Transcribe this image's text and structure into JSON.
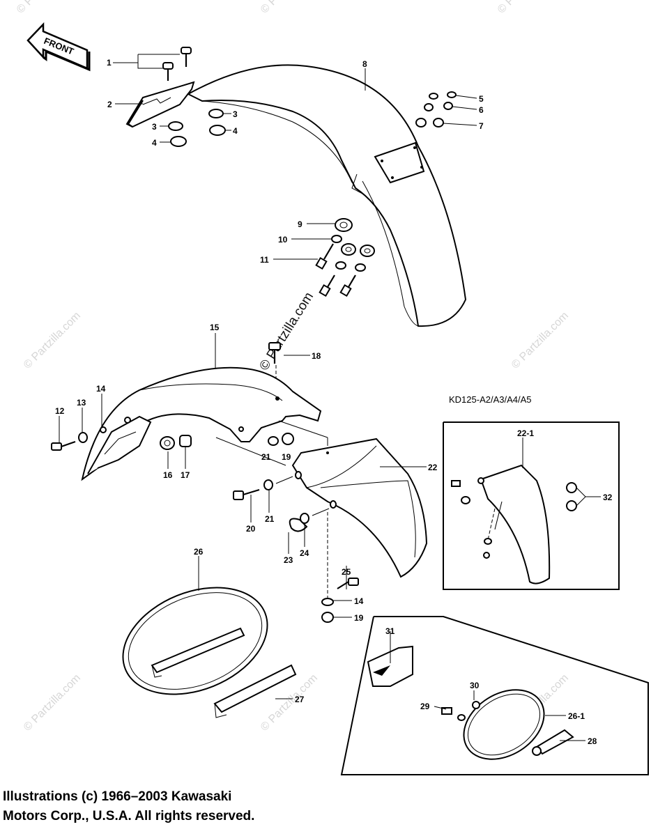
{
  "front_label": "FRONT",
  "callouts": [
    "1",
    "2",
    "3",
    "3",
    "4",
    "4",
    "5",
    "6",
    "7",
    "8",
    "9",
    "10",
    "11",
    "12",
    "13",
    "14",
    "14",
    "15",
    "16",
    "17",
    "18",
    "19",
    "19",
    "20",
    "21",
    "21",
    "22",
    "22-1",
    "23",
    "24",
    "25",
    "26",
    "26-1",
    "27",
    "28",
    "29",
    "30",
    "31",
    "32"
  ],
  "model_label": "KD125-A2/A3/A4/A5",
  "watermark": "© Partzilla.com",
  "copyright_lines": [
    "Illustrations (c) 1966–2003 Kawasaki",
    "Motors Corp., U.S.A.  All rights reserved."
  ]
}
